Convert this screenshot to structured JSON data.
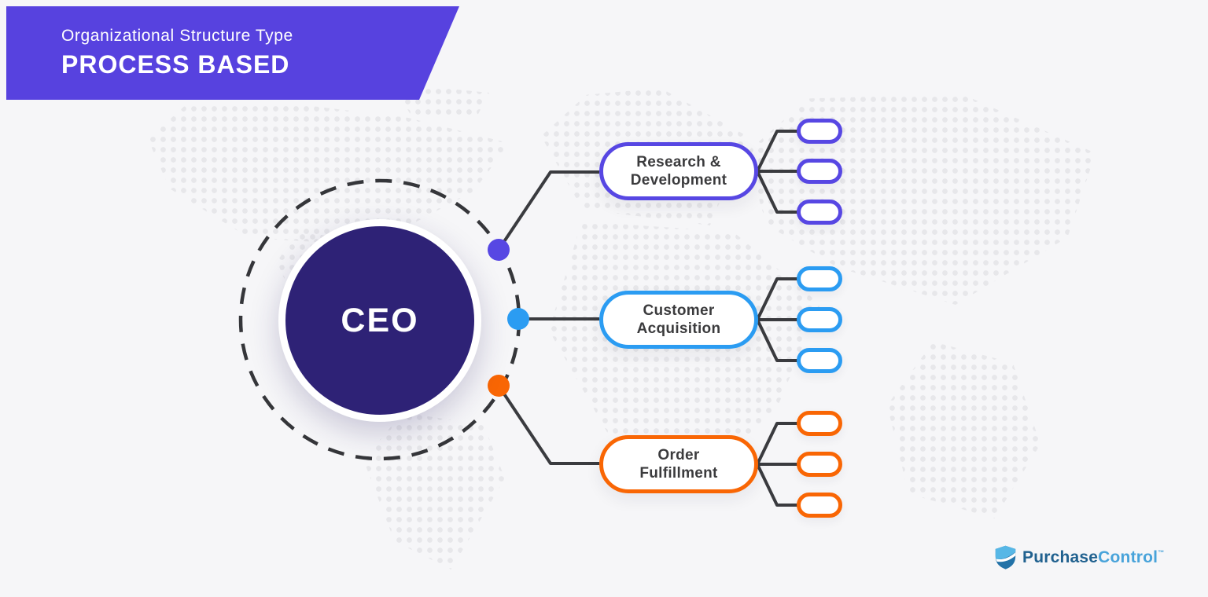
{
  "header": {
    "eyebrow": "Organizational Structure Type",
    "title": "PROCESS BASED",
    "bg_color": "#5742df",
    "text_color": "#ffffff"
  },
  "ceo": {
    "label": "CEO",
    "fill_color": "#2e2276",
    "text_color": "#ffffff"
  },
  "ring": {
    "color": "#35363a"
  },
  "connector": {
    "color": "#3a3b3f"
  },
  "branches": [
    {
      "id": "research-development",
      "label": "Research &\nDevelopment",
      "color": "#5747e3",
      "sub_unit_count": 3
    },
    {
      "id": "customer-acquisition",
      "label": "Customer\nAcquisition",
      "color": "#2b9cf2",
      "sub_unit_count": 3
    },
    {
      "id": "order-fulfillment",
      "label": "Order\nFulfillment",
      "color": "#f96604",
      "sub_unit_count": 3
    }
  ],
  "logo": {
    "brand_part1": "Purchase",
    "brand_part2": "Control",
    "trademark": "™",
    "part1_color": "#20618f",
    "part2_color": "#48a3da",
    "shield_dark": "#2272a8",
    "shield_light": "#57b7e6"
  }
}
